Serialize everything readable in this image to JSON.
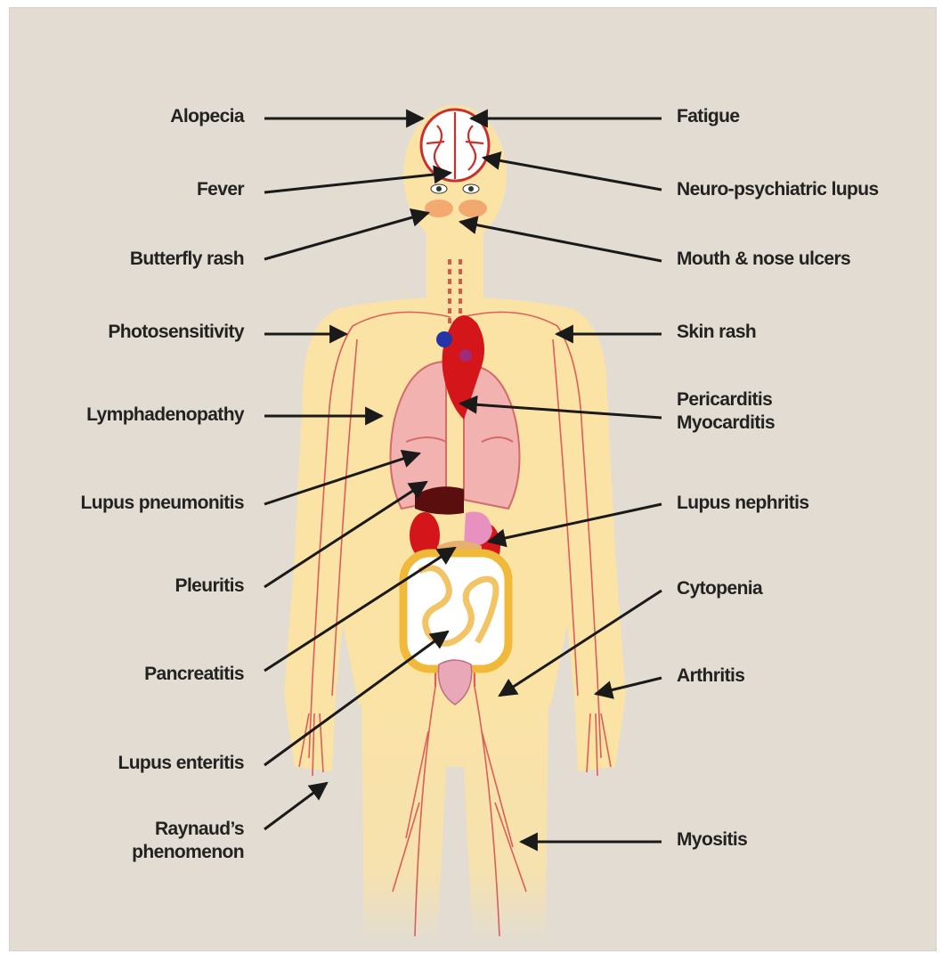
{
  "labels": {
    "left": [
      "Alopecia",
      "Fever",
      "Butterfly rash",
      "Photosensitivity",
      "Lymphadenopathy",
      "Lupus pneumonitis",
      "Pleuritis",
      "Pancreatitis",
      "Lupus enteritis",
      "Raynaud’s\nphenomenon"
    ],
    "right": [
      "Fatigue",
      "Neuro-psychiatric lupus",
      "Mouth & nose ulcers",
      "Skin rash",
      "Pericarditis\nMyocarditis",
      "Lupus nephritis",
      "Cytopenia",
      "Arthritis",
      "Myositis"
    ]
  },
  "colors": {
    "background": "#e2dcd2",
    "body": "#fbe3a6",
    "vessel": "#d9464a",
    "lung": "#f2b2b0",
    "heart": "#d4161b",
    "arrow": "#1a1a1a"
  }
}
